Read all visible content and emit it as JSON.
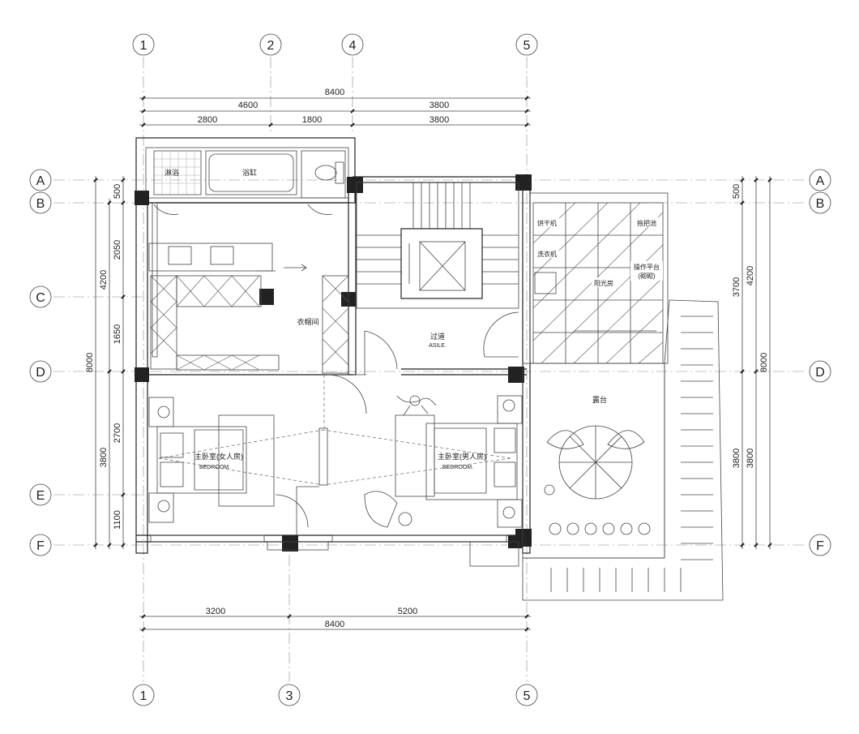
{
  "axes_top": [
    "1",
    "2",
    "4",
    "5"
  ],
  "axes_bottom": [
    "1",
    "3",
    "5"
  ],
  "axes_left": [
    "A",
    "B",
    "C",
    "D",
    "E",
    "F"
  ],
  "axes_right": [
    "A",
    "B",
    "D",
    "F"
  ],
  "dims_top": {
    "total": "8400",
    "row2_left": "4600",
    "row2_right": "3800",
    "row3_a": "2800",
    "row3_b": "1800",
    "row3_c": "3800"
  },
  "dims_bottom": {
    "seg_a": "3200",
    "seg_b": "5200",
    "total": "8400"
  },
  "dims_left": {
    "ab": "500",
    "bc": "2050",
    "cd": "1650",
    "de": "2700",
    "ef": "1100",
    "bc_outer": "4200",
    "df_outer": "3800",
    "total": "8000"
  },
  "dims_right": {
    "ab": "500",
    "bd_inner": "3700",
    "bd_outer": "4200",
    "df_inner": "3800",
    "df_outer": "3800",
    "total": "8000"
  },
  "rooms": {
    "shower": "淋浴",
    "bathtub": "浴缸",
    "closet": "衣帽间",
    "corridor": "过道",
    "corridor_en": "ASILE.",
    "sunroom": "阳光房",
    "dryer": "烘干机",
    "washer": "洗衣机",
    "mop_sink": "拖把池",
    "work_counter": "操作平台",
    "work_counter_sub": "(砌砌)",
    "terrace": "露台",
    "master_female": "主卧室(女人房)",
    "master_female_en": "BEDROOM.",
    "master_male": "主卧室(男人房)",
    "master_male_en": "BEDROOM."
  }
}
